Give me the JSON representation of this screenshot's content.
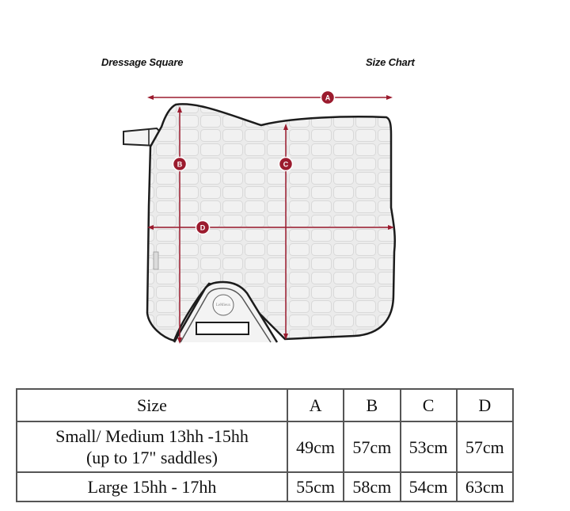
{
  "titles": {
    "left": "Dressage Square",
    "right": "Size Chart"
  },
  "diagram": {
    "markers": [
      "A",
      "B",
      "C",
      "D"
    ],
    "logo_text": "LeMieux",
    "marker_color": "#9b1b2e",
    "pad_fill": "#e9e9e9",
    "pad_outline": "#222222"
  },
  "table": {
    "headers": [
      "Size",
      "A",
      "B",
      "C",
      "D"
    ],
    "rows": [
      {
        "size_lines": [
          "Small/ Medium 13hh -15hh",
          "(up to 17\" saddles)"
        ],
        "values": [
          "49cm",
          "57cm",
          "53cm",
          "57cm"
        ]
      },
      {
        "size_lines": [
          "Large 15hh - 17hh"
        ],
        "values": [
          "55cm",
          "58cm",
          "54cm",
          "63cm"
        ]
      }
    ]
  }
}
